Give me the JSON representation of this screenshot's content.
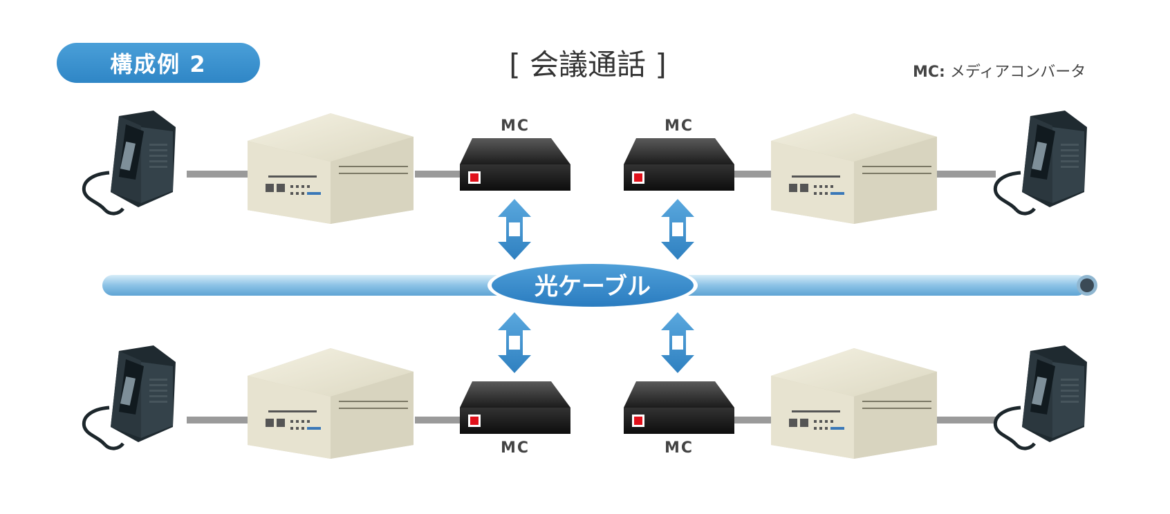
{
  "badge": "構成例 2",
  "title": "[ 会議通話 ]",
  "legend": {
    "key": "MC:",
    "text": " メディアコンバータ"
  },
  "cable_label": "光ケーブル",
  "mc_labels": [
    "MC",
    "MC",
    "MC",
    "MC"
  ],
  "colors": {
    "accent": "#3a92d0",
    "cable": "#7fb8df",
    "device": "#1a1a1a",
    "led": "#e0101a"
  },
  "icons": [
    "telephone-icon",
    "pbx-unit-icon",
    "media-converter-icon",
    "bidirectional-arrow-icon"
  ]
}
